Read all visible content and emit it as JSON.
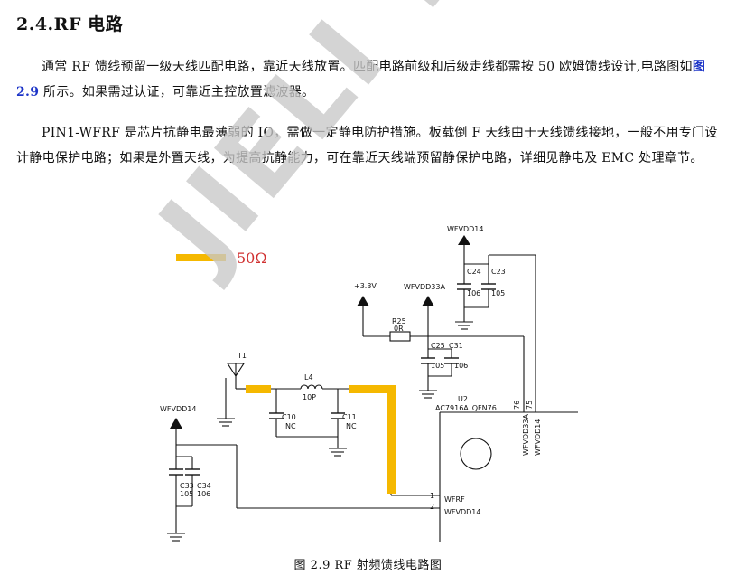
{
  "heading": "2.4.RF 电路",
  "para1": {
    "before": "通常 RF 馈线预留一级天线匹配电路，靠近天线放置。匹配电路前级和后级走线都需按 50 欧姆馈线设计,电路图如",
    "link": "图 2.9",
    "after": " 所示。如果需过认证，可靠近主控放置滤波器。"
  },
  "para2": "PIN1-WFRF 是芯片抗静电最薄弱的 IO，需做一定静电防护措施。板载倒 F 天线由于天线馈线接地，一般不用专门设计静电保护电路；如果是外置天线，为提高抗静能力，可在靠近天线端预留静保护电路，详细见静电及 EMC 处理章节。",
  "watermark": "JIELI TECHNOLOGY",
  "schematic": {
    "legend": "50Ω",
    "trace_color": "#f5b800",
    "labels": {
      "wfvdd14_top": "WFVDD14",
      "c24": "C24",
      "c23": "C23",
      "c24v": "106",
      "c23v": "105",
      "v33": "+3.3V",
      "wfvdd33a": "WFVDD33A",
      "r25": "R25",
      "r25v": "0R",
      "c25": "C25",
      "c31": "C31",
      "c25v": "105",
      "c31v": "106",
      "t1": "T1",
      "l4": "L4",
      "l4v": "10P",
      "c10": "C10",
      "c10v": "NC",
      "c11": "C11",
      "c11v": "NC",
      "u2": "U2",
      "u2part": "AC7916A_QFN76",
      "pin76": "76",
      "pin75": "75",
      "net76": "WFVDD33A",
      "net75": "WFVDD14",
      "wfvdd14_left": "WFVDD14",
      "c33": "C33",
      "c34": "C34",
      "c33v": "105",
      "c34v": "106",
      "pin1": "1",
      "pin2": "2",
      "wfrf": "WFRF",
      "wfvdd14_pin": "WFVDD14"
    }
  },
  "caption": "图 2.9 RF 射频馈线电路图"
}
